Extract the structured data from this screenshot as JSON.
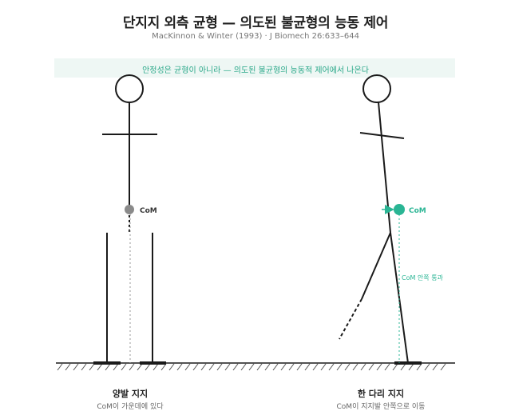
{
  "header": {
    "title": "단지지 외측 균형 — 의도된 불균형의 능동 제어",
    "subtitle": "MacKinnon & Winter (1993) · J Biomech 26:633–644"
  },
  "banner": {
    "text": "안정성은 균형이 아니라 — 의도된 불균형의 능동적 제어에서 나온다"
  },
  "left_figure": {
    "com_label": "CoM",
    "caption_title": "양발 지지",
    "caption_sub": "CoM이 가운데에 있다"
  },
  "right_figure": {
    "com_label": "CoM",
    "com_path_label": "CoM 안쪽 통과",
    "caption_title": "한 다리 지지",
    "caption_sub": "CoM이 지지발 안쪽으로 이동"
  },
  "colors": {
    "accent": "#2ab594",
    "neutral_com": "#8a8a8a",
    "ink": "#1a1a1a",
    "banner_bg": "#eef7f4"
  }
}
